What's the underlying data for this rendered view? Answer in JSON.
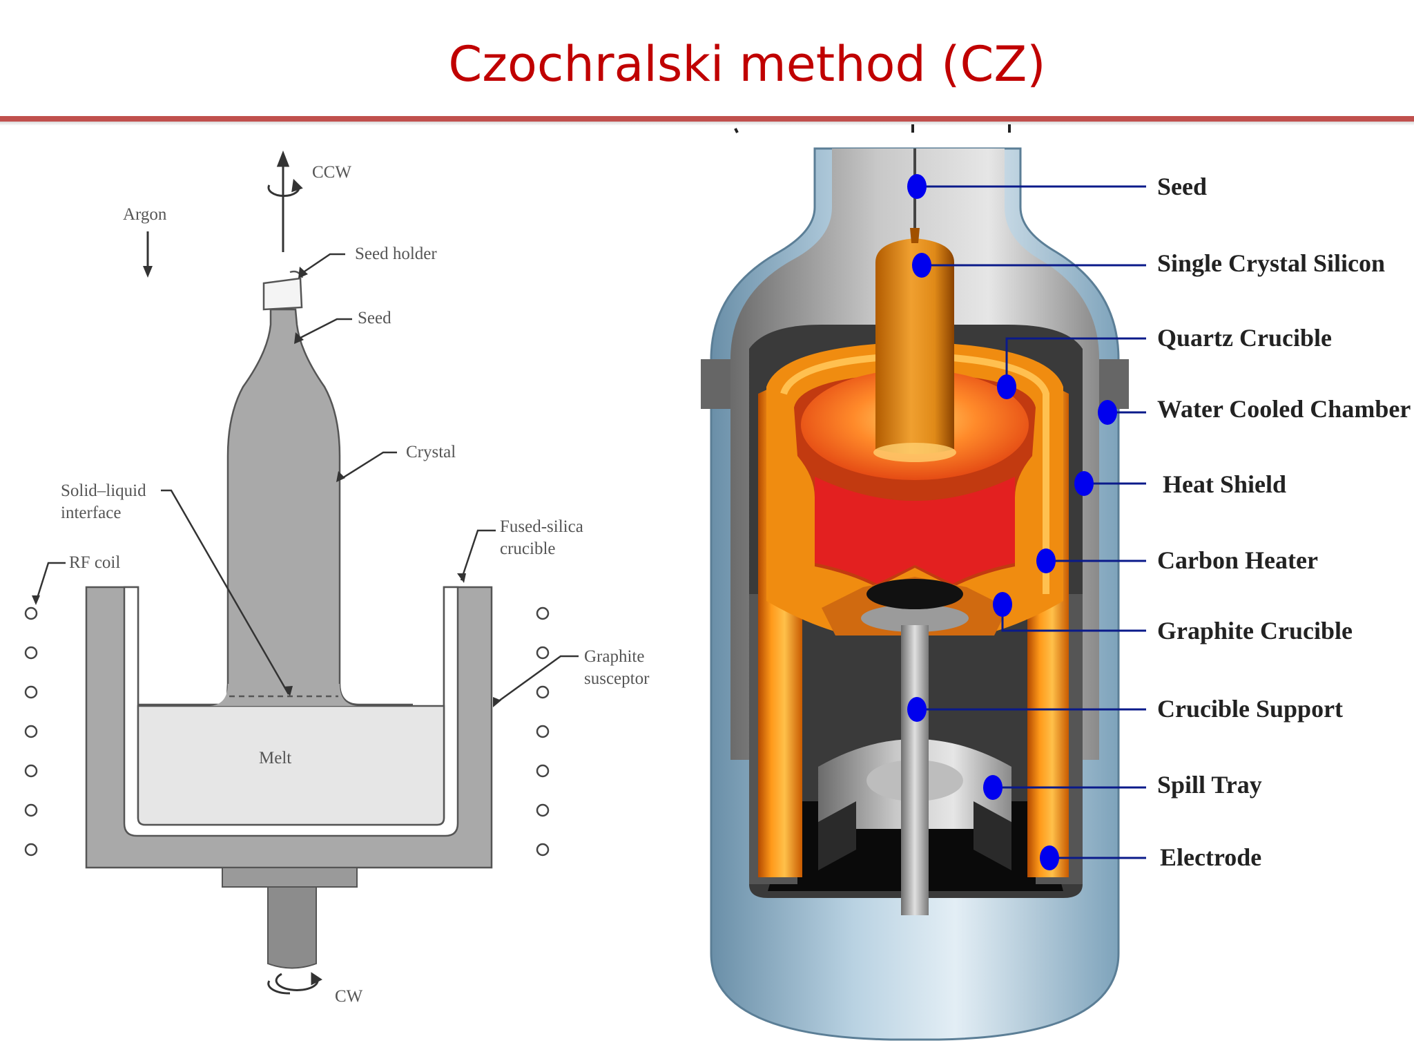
{
  "title": "Czochralski method (CZ)",
  "left_diagram": {
    "labels": {
      "ccw": "CCW",
      "argon": "Argon",
      "seed_holder": "Seed holder",
      "seed": "Seed",
      "crystal": "Crystal",
      "solid_liquid_1": "Solid–liquid",
      "solid_liquid_2": "interface",
      "fused_silica_1": "Fused-silica",
      "fused_silica_2": "crucible",
      "rf_coil": "RF coil",
      "graphite_1": "Graphite",
      "graphite_2": "susceptor",
      "melt": "Melt",
      "cw": "CW"
    }
  },
  "right_diagram": {
    "labels": [
      "Seed",
      "Single Crystal Silicon",
      "Quartz Crucible",
      "Water Cooled Chamber",
      "Heat Shield",
      "Carbon Heater",
      "Graphite Crucible",
      "Crucible Support",
      "Spill Tray",
      "Electrode"
    ],
    "marker_color": "#0000ee",
    "leader_color": "#0a1a8a"
  }
}
